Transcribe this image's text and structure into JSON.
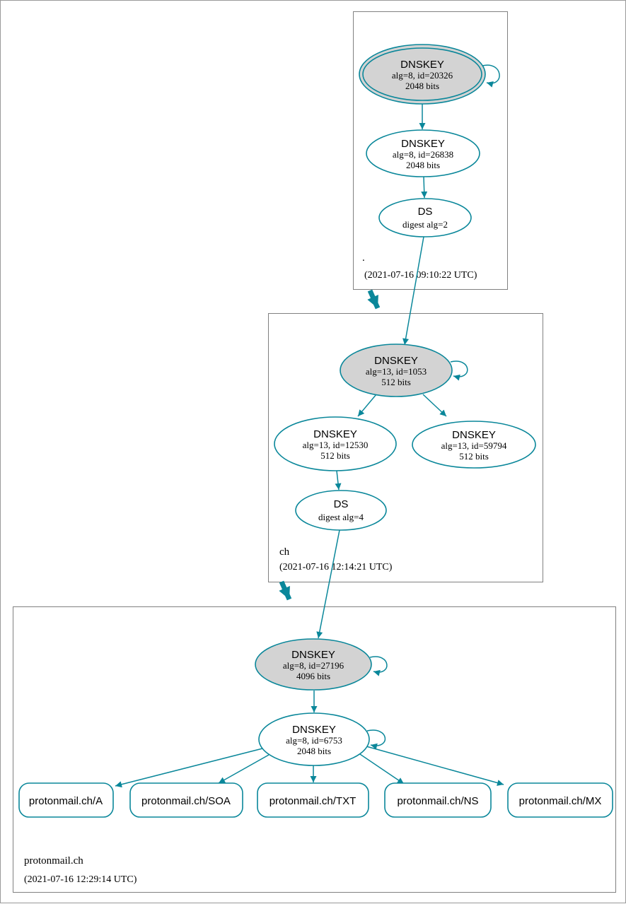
{
  "colors": {
    "edge": "#0a879a",
    "ksk_fill": "#d3d3d3",
    "node_fill": "#ffffff",
    "zone_border": "#808080",
    "page_border": "#9a9a9a",
    "text": "#000000"
  },
  "zones": [
    {
      "name": ".",
      "timestamp": "(2021-07-16 09:10:22 UTC)",
      "ksk": {
        "title": "DNSKEY",
        "detail1": "alg=8, id=20326",
        "detail2": "2048 bits"
      },
      "zsk": {
        "title": "DNSKEY",
        "detail1": "alg=8, id=26838",
        "detail2": "2048 bits"
      },
      "ds": {
        "title": "DS",
        "detail1": "digest alg=2"
      }
    },
    {
      "name": "ch",
      "timestamp": "(2021-07-16 12:14:21 UTC)",
      "ksk": {
        "title": "DNSKEY",
        "detail1": "alg=13, id=1053",
        "detail2": "512 bits"
      },
      "zsk1": {
        "title": "DNSKEY",
        "detail1": "alg=13, id=12530",
        "detail2": "512 bits"
      },
      "zsk2": {
        "title": "DNSKEY",
        "detail1": "alg=13, id=59794",
        "detail2": "512 bits"
      },
      "ds": {
        "title": "DS",
        "detail1": "digest alg=4"
      }
    },
    {
      "name": "protonmail.ch",
      "timestamp": "(2021-07-16 12:29:14 UTC)",
      "ksk": {
        "title": "DNSKEY",
        "detail1": "alg=8, id=27196",
        "detail2": "4096 bits"
      },
      "zsk": {
        "title": "DNSKEY",
        "detail1": "alg=8, id=6753",
        "detail2": "2048 bits"
      },
      "rrsets": [
        {
          "label": "protonmail.ch/A"
        },
        {
          "label": "protonmail.ch/SOA"
        },
        {
          "label": "protonmail.ch/TXT"
        },
        {
          "label": "protonmail.ch/NS"
        },
        {
          "label": "protonmail.ch/MX"
        }
      ]
    }
  ]
}
